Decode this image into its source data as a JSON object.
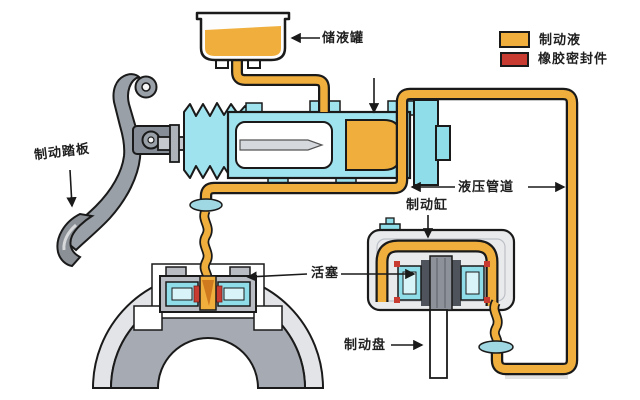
{
  "diagram_title": "hydraulic-brake-system-schematic",
  "labels": {
    "reservoir": "储液罐",
    "brake_pedal": "制动踏板",
    "hydraulic_line": "液压管道",
    "brake_cylinder": "制动缸",
    "piston": "活塞",
    "brake_disc": "制动盘"
  },
  "legend": {
    "items": [
      {
        "label": "制动液",
        "color": "#F0AF3C"
      },
      {
        "label": "橡胶密封件",
        "color": "#C73B30"
      }
    ]
  },
  "colors": {
    "brake_fluid_yellow": "#F0AF3C",
    "rubber_seal_red": "#C73B30",
    "cylinder_cyan": "#9FE3EE",
    "metal_gray": "#9AA0A8",
    "outline": "#1A1A1A"
  }
}
